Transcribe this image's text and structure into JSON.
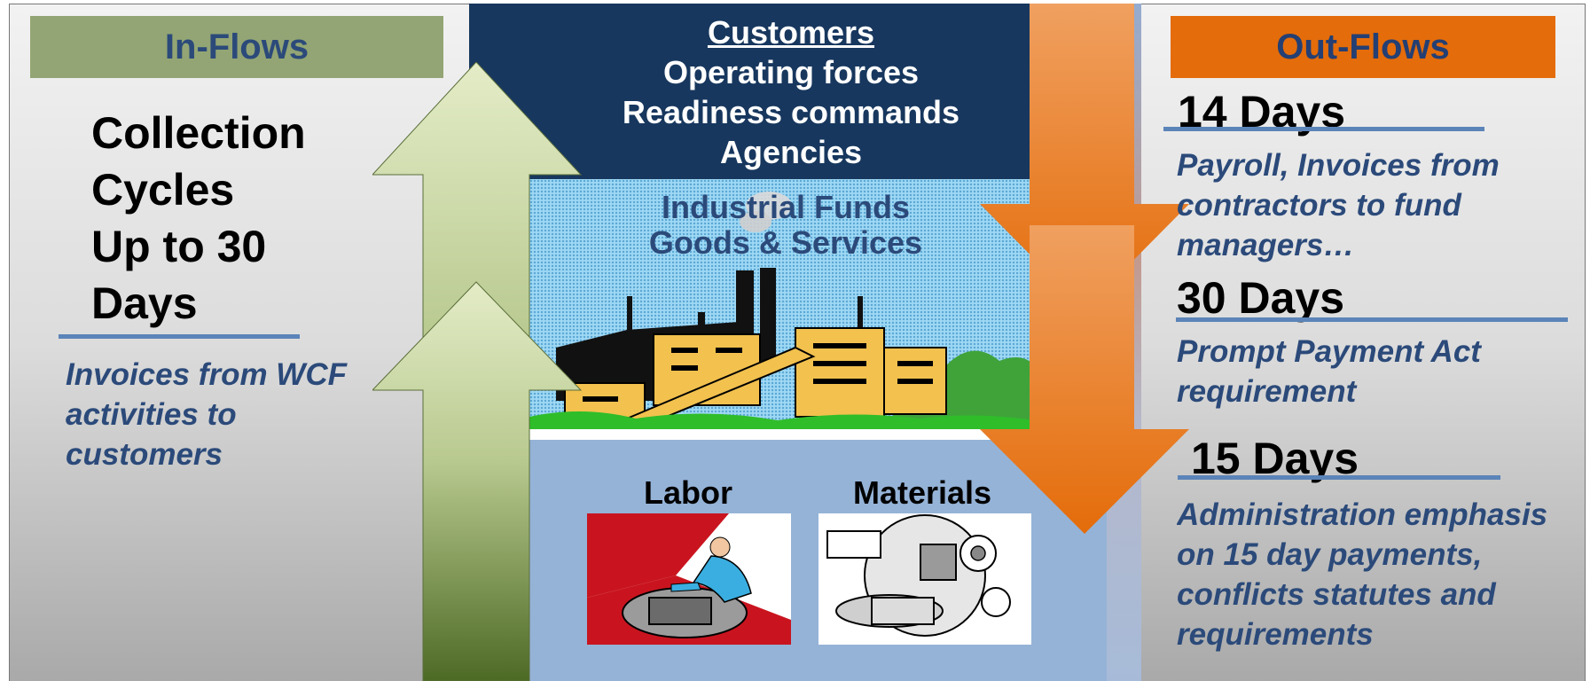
{
  "in_flows": {
    "banner": "In-Flows",
    "cycle_lines": [
      "Collection",
      "Cycles",
      "Up to 30",
      "Days"
    ],
    "note": "Invoices from WCF activities to customers"
  },
  "customers": {
    "heading": "Customers",
    "lines": [
      "Operating forces",
      "Readiness commands",
      "Agencies"
    ]
  },
  "industrial": {
    "line1": "Industrial Funds",
    "line2": "Goods & Services"
  },
  "resources": {
    "labor": "Labor",
    "materials": "Materials"
  },
  "out_flows": {
    "banner": "Out-Flows",
    "items": [
      {
        "days": "14 Days",
        "description": "Payroll, Invoices from contractors to fund managers…"
      },
      {
        "days": "30 Days",
        "description": "Prompt Payment Act requirement"
      },
      {
        "days": "15 Days",
        "description": "Administration emphasis on 15 day payments, conflicts statutes and requirements"
      }
    ]
  },
  "colors": {
    "in_flows_banner": "#93a574",
    "out_flows_banner": "#e46c0a",
    "customers_box": "#17375e",
    "resources_box": "#95b3d7",
    "text_blue": "#2b4a7a",
    "up_arrow": "#93a574",
    "down_arrow": "#e46c0a"
  }
}
